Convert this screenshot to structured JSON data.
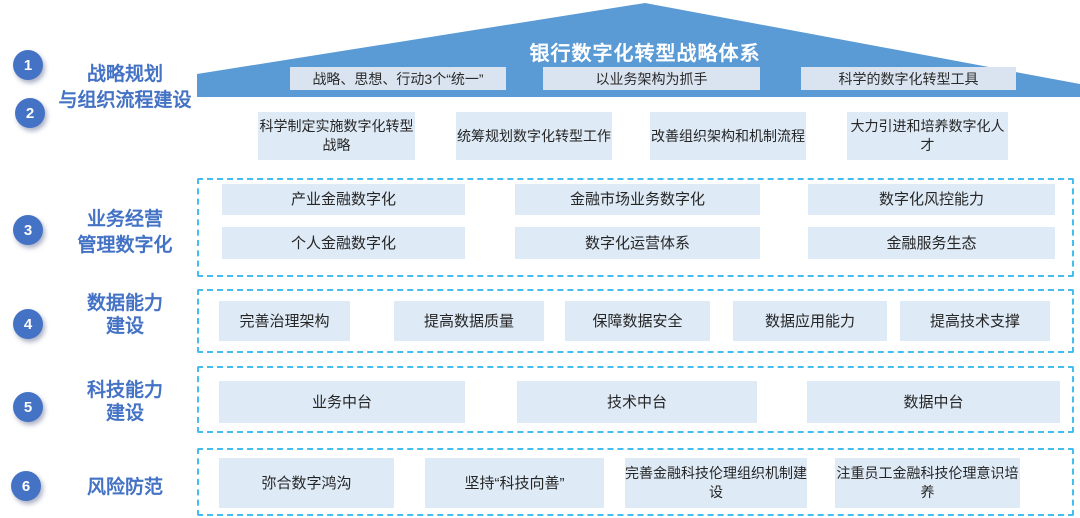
{
  "roof": {
    "title": "银行数字化转型战略体系",
    "bands": [
      "战略、思想、行动3个“统一”",
      "以业务架构为抓手",
      "科学的数字化转型工具"
    ]
  },
  "left_rail": {
    "badges": [
      "1",
      "2",
      "3",
      "4",
      "5",
      "6"
    ],
    "labels": [
      {
        "lines": [
          "战略规划",
          "与组织流程建设"
        ]
      },
      {
        "lines": [
          "业务经营",
          "管理数字化"
        ]
      },
      {
        "lines": [
          "数据能力",
          "建设"
        ]
      },
      {
        "lines": [
          "科技能力",
          "建设"
        ]
      },
      {
        "lines": [
          "风险防范"
        ]
      }
    ]
  },
  "org_row": [
    "科学制定实施数字化转型战略",
    "统筹规划数字化转型工作",
    "改善组织架构和机制流程",
    "大力引进和培养数字化人才"
  ],
  "business": {
    "rows": [
      [
        "产业金融数字化",
        "金融市场业务数字化",
        "数字化风控能力"
      ],
      [
        "个人金融数字化",
        "数字化运营体系",
        "金融服务生态"
      ]
    ]
  },
  "data_capability": [
    "完善治理架构",
    "提高数据质量",
    "保障数据安全",
    "数据应用能力",
    "提高技术支撑"
  ],
  "tech_capability": [
    "业务中台",
    "技术中台",
    "数据中台"
  ],
  "risk": [
    "弥合数字鸿沟",
    "坚持“科技向善”",
    "完善金融科技伦理组织机制建设",
    "注重员工金融科技伦理意识培养"
  ],
  "colors": {
    "roof_blue": "#5b9bd5",
    "badge_blue": "#4472c4",
    "label_blue": "#4472c4",
    "box_fill": "#deeaf6",
    "band_fill": "#d9e4f0",
    "dashed_border": "#45bdee",
    "text": "#262626"
  }
}
